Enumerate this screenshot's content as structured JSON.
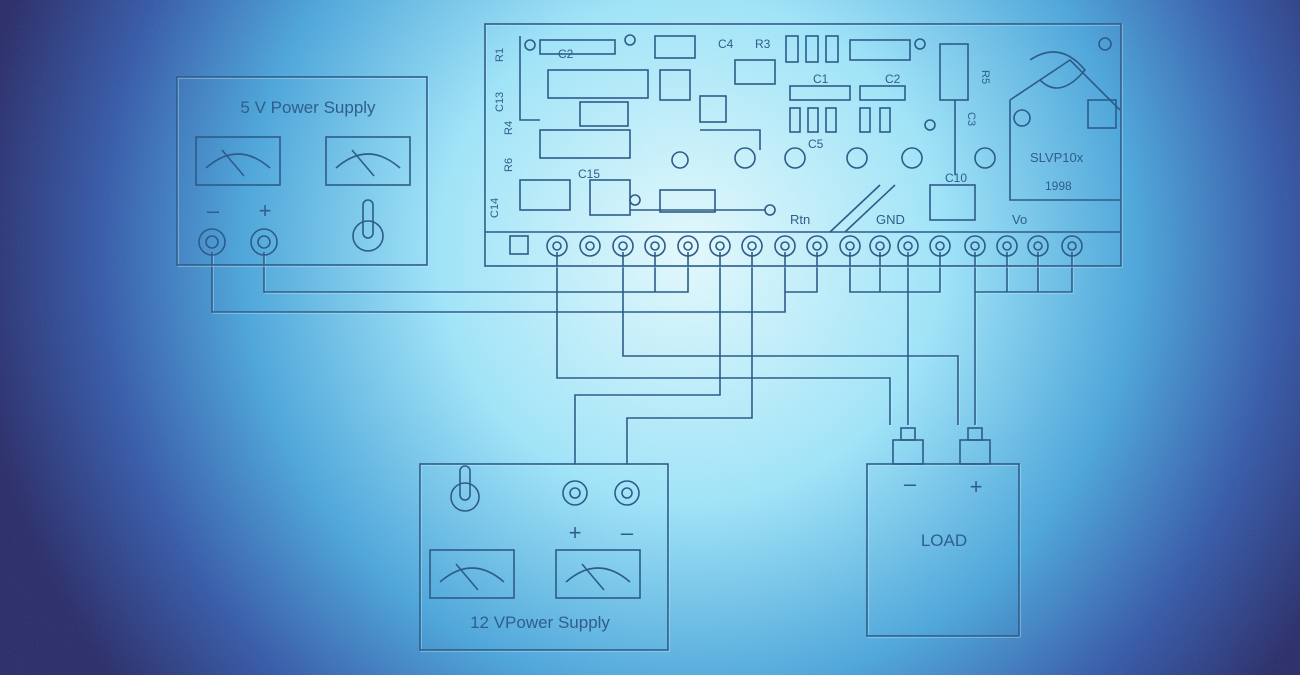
{
  "diagram": {
    "supply_5v": {
      "title": "5 V Power Supply",
      "minus": "–",
      "plus": "+"
    },
    "supply_12v": {
      "title": "12 VPower Supply",
      "plus": "+",
      "minus": "–"
    },
    "load": {
      "title": "LOAD",
      "minus": "–",
      "plus": "+"
    },
    "board": {
      "model": "SLVP10x",
      "year": "1998",
      "terminal_labels": [
        "Rtn",
        "GND",
        "Vo"
      ],
      "component_labels": [
        "C2",
        "C4",
        "R3",
        "C1",
        "C2",
        "R1",
        "C13",
        "R4",
        "R6",
        "C15",
        "C14",
        "C5",
        "C3",
        "C10",
        "R5"
      ]
    },
    "colors": {
      "background_center": "#e4fbff",
      "background_mid": "#5fbfe8",
      "background_edge": "#262a66",
      "line": "#2d5c8a"
    }
  }
}
